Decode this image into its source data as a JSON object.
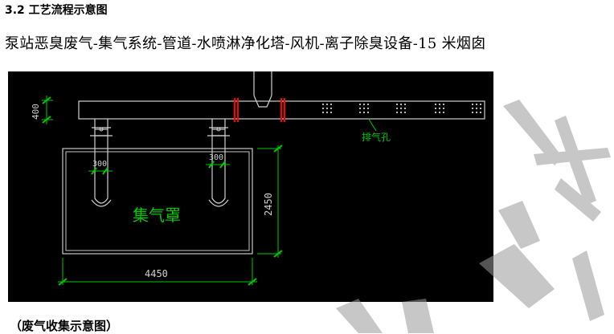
{
  "section_heading": "3.2 工艺流程示意图",
  "process_flow": "泵站恶臭废气-集气系统-管道-水喷淋净化塔-风机-离子除臭设备-15 米烟囱",
  "drawing": {
    "dim_duct_height": "400",
    "dim_branch_left": "300",
    "dim_branch_right": "300",
    "dim_hood_height": "2450",
    "dim_hood_width": "4450",
    "label_hood": "集气罩",
    "label_exhaust_holes": "排气孔",
    "colors": {
      "background": "#000000",
      "lines": "#cfcfcf",
      "dimension": "#00c800",
      "flange": "#ff0000",
      "hood_frame": "#c8c8c8"
    }
  },
  "caption": "（废气收集示意图）"
}
